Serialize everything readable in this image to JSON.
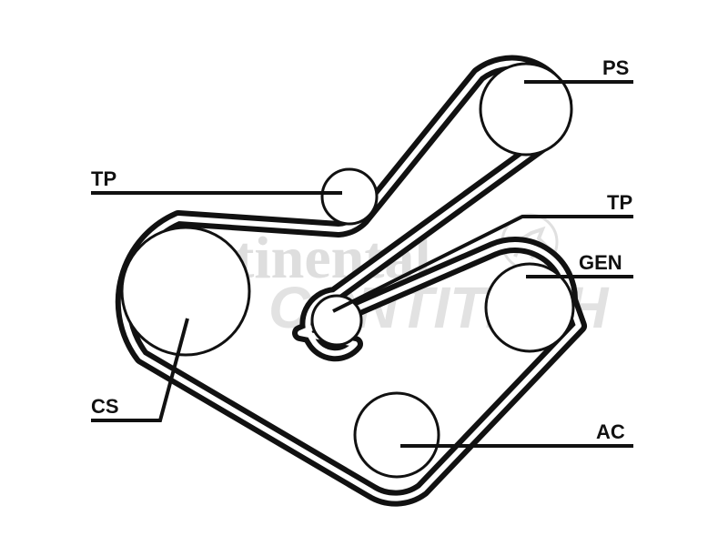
{
  "watermark": {
    "brand": "Continental",
    "division": "CONTITECH"
  },
  "labels": {
    "ps": "PS",
    "tp_upper": "TP",
    "tp_lower": "TP",
    "gen": "GEN",
    "cs": "CS",
    "ac": "AC"
  },
  "colors": {
    "line": "#111111",
    "watermark": "#dedede"
  }
}
